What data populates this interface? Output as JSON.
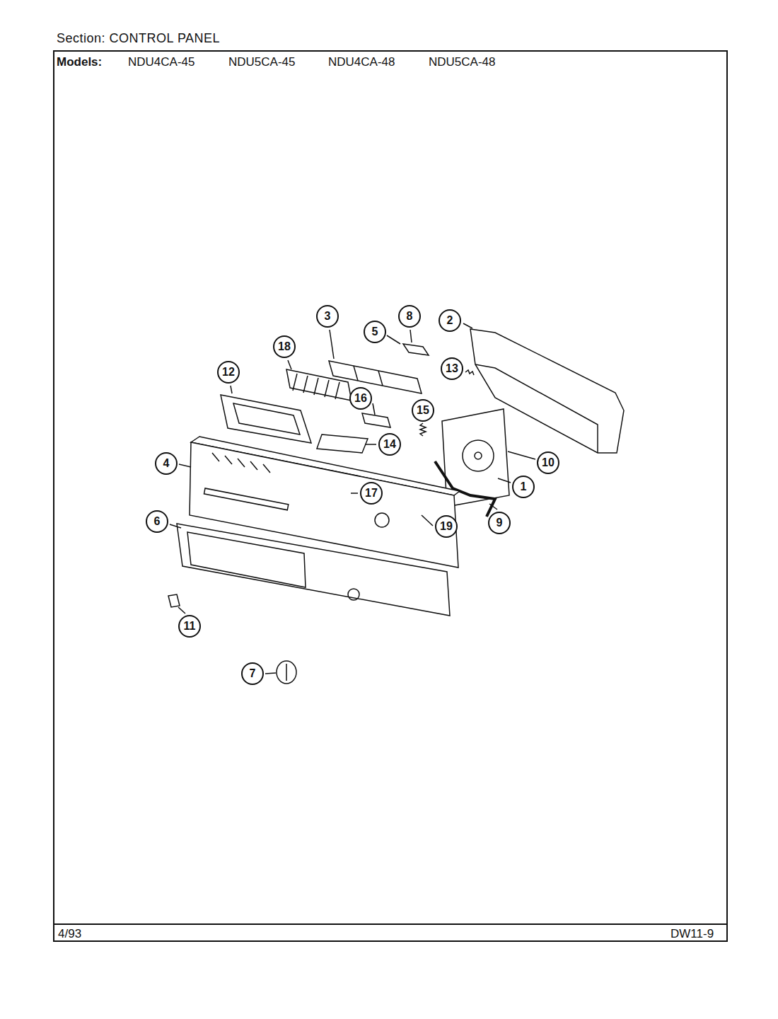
{
  "diagram": {
    "title": "Section: CONTROL PANEL",
    "nodes": [
      {
        "text": [
          "3"
        ]
      },
      {
        "text": [
          "8"
        ]
      },
      {
        "text": [
          "2"
        ]
      },
      {
        "text": [
          "5"
        ]
      },
      {
        "text": [
          "18"
        ]
      },
      {
        "text": [
          "13"
        ]
      },
      {
        "text": [
          "12"
        ]
      },
      {
        "text": [
          "16"
        ]
      },
      {
        "text": [
          "15"
        ]
      },
      {
        "text": [
          "14"
        ]
      },
      {
        "text": [
          "10"
        ]
      },
      {
        "text": [
          "4"
        ]
      },
      {
        "text": [
          "1"
        ]
      },
      {
        "text": [
          "17"
        ]
      },
      {
        "text": [
          "6"
        ]
      },
      {
        "text": [
          "9"
        ]
      },
      {
        "text": [
          "19"
        ]
      },
      {
        "text": [
          "11"
        ]
      },
      {
        "text": [
          "7"
        ]
      }
    ],
    "labels": [
      "Models:",
      "NDU4CA-45",
      "NDU5CA-45",
      "NDU4CA-48",
      "NDU5CA-48",
      "4/93",
      "DW11-9"
    ]
  }
}
